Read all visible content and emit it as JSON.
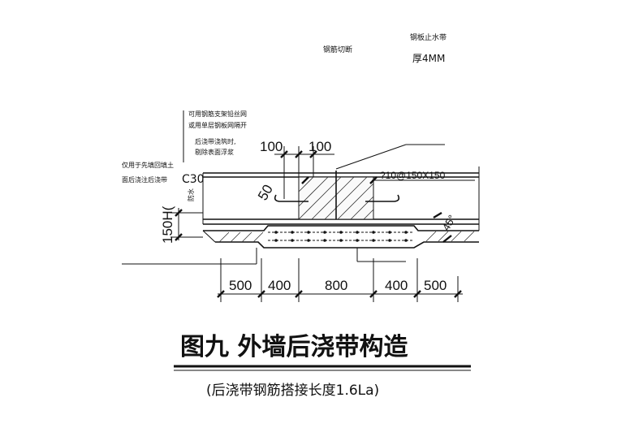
{
  "labels": {
    "rebar_cut": "钢筋切断",
    "waterstop": "钢板止水带",
    "waterstop_thickness": "厚4MM",
    "steel_mesh_note_1": "可用钢筋支架铅丝网",
    "steel_mesh_note_2": "或用单层钢板网隔开",
    "pour_note_1": "后浇带浇筑时,",
    "pour_note_2": "剔除表面浮浆",
    "backfill_note_1": "仅用于先填回填土",
    "backfill_note_2": "面后浇注后浇带",
    "concrete_grade": "C30",
    "anti_label": "防水",
    "dim_top_left": "100",
    "dim_top_right": "100",
    "dim_50": "50",
    "rebar_spec": "?10@150X150",
    "dim_150h": "150H(",
    "dim_45": "45°",
    "dims_bottom": [
      "500",
      "400",
      "800",
      "400",
      "500"
    ]
  },
  "title": "图九  外墙后浇带构造",
  "subtitle": "(后浇带钢筋搭接长度1.6La)"
}
